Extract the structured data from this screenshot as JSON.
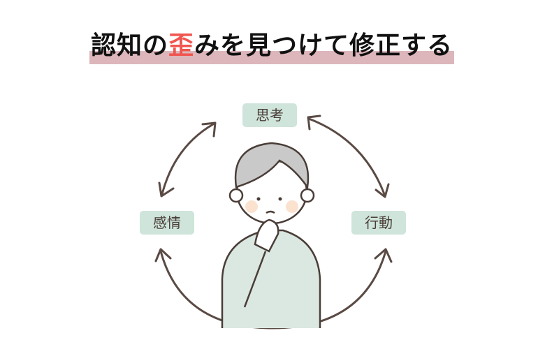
{
  "title": {
    "before": "認知の",
    "accent": "歪",
    "after": "みを見つけて修正する",
    "accent_color": "#f0554f"
  },
  "labels": {
    "thought": "思考",
    "emotion": "感情",
    "action": "行動"
  }
}
